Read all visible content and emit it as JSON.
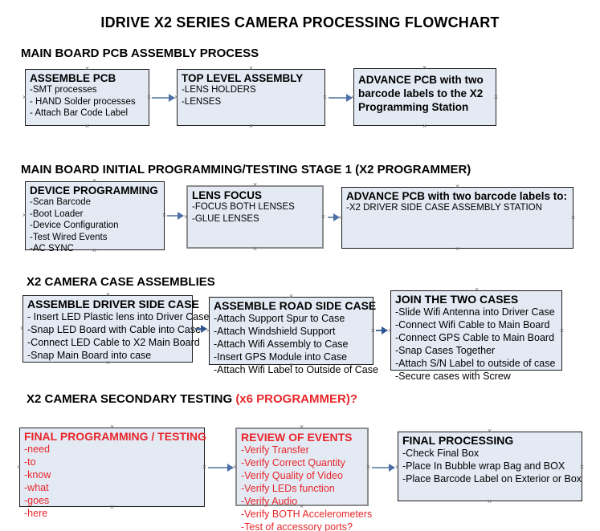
{
  "document": {
    "title": "IDRIVE X2  SERIES CAMERA PROCESSING FLOWCHART"
  },
  "sections": [
    {
      "id": "pcb-assembly",
      "header": "MAIN BOARD PCB ASSEMBLY PROCESS",
      "header_accent": "",
      "boxes": [
        {
          "id": "assemble-pcb",
          "title": "ASSEMBLE PCB",
          "lines": [
            "-SMT processes",
            "- HAND Solder processes",
            "- Attach Bar Code Label"
          ]
        },
        {
          "id": "top-level-assembly",
          "title": "TOP LEVEL ASSEMBLY",
          "lines": [
            "-LENS HOLDERS",
            "-LENSES"
          ]
        },
        {
          "id": "advance-pcb-programming-station",
          "title": "ADVANCE PCB with two barcode labels to the  X2 Programming Station",
          "lines": []
        }
      ]
    },
    {
      "id": "initial-programming",
      "header": "MAIN BOARD INITIAL PROGRAMMING/TESTING STAGE 1 (X2 PROGRAMMER)",
      "header_accent": "",
      "boxes": [
        {
          "id": "device-programming",
          "title": "DEVICE PROGRAMMING",
          "lines": [
            "-Scan Barcode",
            "-Boot Loader",
            "-Device Configuration",
            "-Test Wired Events",
            "-AC SYNC"
          ]
        },
        {
          "id": "lens-focus",
          "title": "LENS FOCUS",
          "lines": [
            "-FOCUS BOTH LENSES",
            "-GLUE LENSES"
          ]
        },
        {
          "id": "advance-pcb-driver-side",
          "title": "ADVANCE PCB with two barcode labels to:",
          "lines": [
            "-X2 DRIVER  SIDE  CASE  ASSEMBLY STATION"
          ]
        }
      ]
    },
    {
      "id": "case-assemblies",
      "header": "X2 CAMERA CASE ASSEMBLIES",
      "header_accent": "",
      "boxes": [
        {
          "id": "assemble-driver-side-case",
          "title": "ASSEMBLE DRIVER SIDE CASE",
          "lines": [
            "- Insert LED Plastic lens into Driver Case",
            "-Snap LED Board with Cable into Case",
            "-Connect LED Cable to X2 Main Board",
            "-Snap Main Board into case"
          ]
        },
        {
          "id": "assemble-road-side-case",
          "title": "ASSEMBLE ROAD SIDE CASE",
          "lines": [
            "-Attach Support Spur to Case",
            "-Attach Windshield Support",
            "-Attach Wifi Assembly to Case",
            "-Insert GPS Module into Case",
            "-Attach Wifi Label to Outside of Case"
          ]
        },
        {
          "id": "join-the-two-cases",
          "title": "JOIN THE TWO CASES",
          "lines": [
            "-Slide Wifi Antenna into Driver Case",
            "-Connect Wifi Cable to Main Board",
            "-Connect GPS Cable to Main Board",
            "-Snap Cases Together",
            "-Attach S/N Label to outside of case",
            "-Secure cases with Screw"
          ]
        }
      ]
    },
    {
      "id": "secondary-testing",
      "header": "X2 CAMERA SECONDARY TESTING ",
      "header_accent": "(x6 PROGRAMMER)?",
      "boxes": [
        {
          "id": "final-programming-testing",
          "title": "FINAL PROGRAMMING / TESTING",
          "lines": [
            "-need",
            "-to",
            "-know",
            "-what",
            "-goes",
            "-here"
          ]
        },
        {
          "id": "review-of-events",
          "title": "REVIEW OF EVENTS",
          "lines": [
            "-Verify Transfer",
            "-Verify Correct Quantity",
            "-Verify Quality of Video",
            "-Verify LEDs function",
            "-Verify Audio",
            "-Verify BOTH Accelerometers",
            "-Test of accessory ports?"
          ]
        },
        {
          "id": "final-processing",
          "title": "FINAL PROCESSING",
          "lines": [
            " -Check Final Box",
            "-Place In Bubble wrap Bag and BOX",
            "-Place Barcode Label on Exterior or Box"
          ]
        }
      ]
    }
  ],
  "colors": {
    "box_fill": "#e4eaf4",
    "box_border": "#202020",
    "arrow": "#7d95b4",
    "red_text": "#e8262a",
    "text": "#000000"
  }
}
